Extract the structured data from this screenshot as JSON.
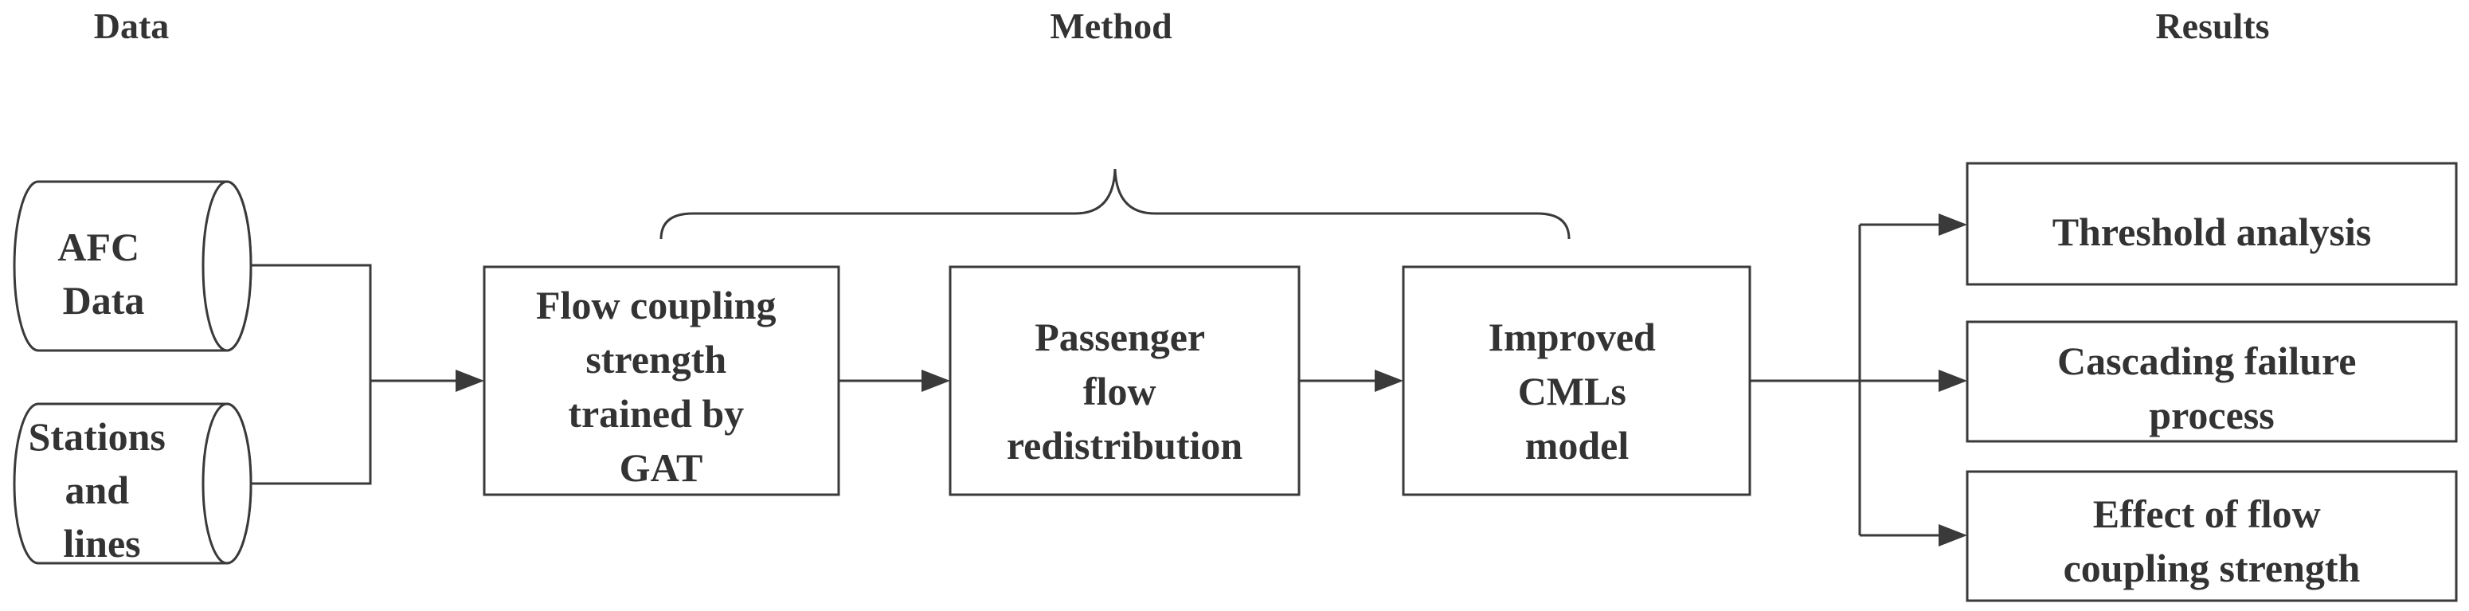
{
  "headers": {
    "data": "Data",
    "method": "Method",
    "results": "Results"
  },
  "data_sources": [
    {
      "lines": [
        "AFC",
        "Data"
      ]
    },
    {
      "lines": [
        "Stations",
        "and",
        "lines"
      ]
    }
  ],
  "method_steps": [
    {
      "lines": [
        "Flow coupling",
        "strength",
        "trained by",
        "GAT"
      ]
    },
    {
      "lines": [
        "Passenger",
        "flow",
        "redistribution"
      ]
    },
    {
      "lines": [
        "Improved",
        "CMLs",
        "model"
      ]
    }
  ],
  "results": [
    {
      "lines": [
        "Threshold analysis"
      ]
    },
    {
      "lines": [
        "Cascading failure",
        "process"
      ]
    },
    {
      "lines": [
        "Effect of flow",
        "coupling strength"
      ]
    }
  ]
}
